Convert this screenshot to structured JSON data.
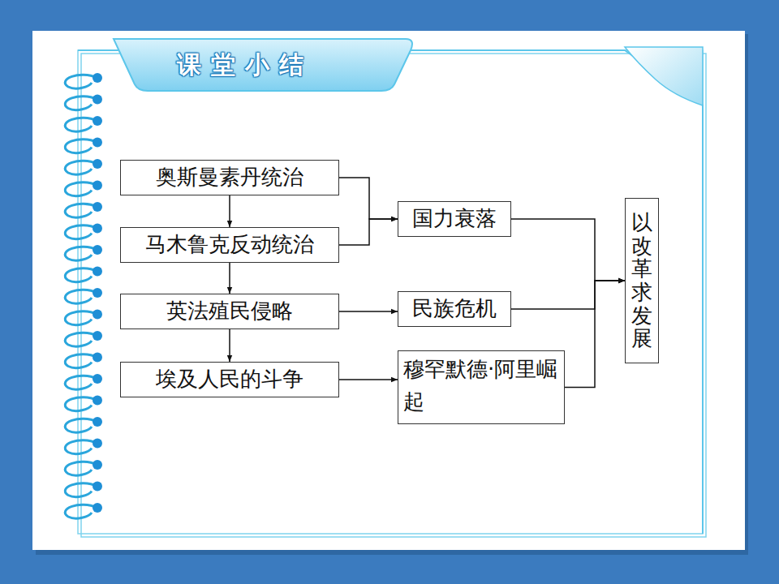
{
  "diagram": {
    "title": "课堂小结",
    "nodes": [
      {
        "text": [
          "奥斯曼素丹统治"
        ]
      },
      {
        "text": [
          "马木鲁克反动统治"
        ]
      },
      {
        "text": [
          "英法殖民侵略"
        ]
      },
      {
        "text": [
          "埃及人民的斗争"
        ]
      },
      {
        "text": [
          "国力衰落"
        ]
      },
      {
        "text": [
          "民族危机"
        ]
      },
      {
        "text": [
          "穆罕默德·阿里崛起"
        ]
      },
      {
        "text": [
          "以改革求发展"
        ]
      }
    ],
    "edges": [
      {
        "from": 0,
        "to": 1,
        "arrow": "to"
      },
      {
        "from": 1,
        "to": 2,
        "arrow": "to"
      },
      {
        "from": 2,
        "to": 3,
        "arrow": "to"
      },
      {
        "from": 0,
        "to": 4,
        "arrow": "to"
      },
      {
        "from": 1,
        "to": 4,
        "arrow": "to"
      },
      {
        "from": 2,
        "to": 5,
        "arrow": "to"
      },
      {
        "from": 3,
        "to": 6,
        "arrow": "to"
      },
      {
        "from": 4,
        "to": 7,
        "arrow": "to"
      },
      {
        "from": 5,
        "to": 7,
        "arrow": "to"
      },
      {
        "from": 6,
        "to": 7,
        "arrow": "to"
      }
    ]
  }
}
